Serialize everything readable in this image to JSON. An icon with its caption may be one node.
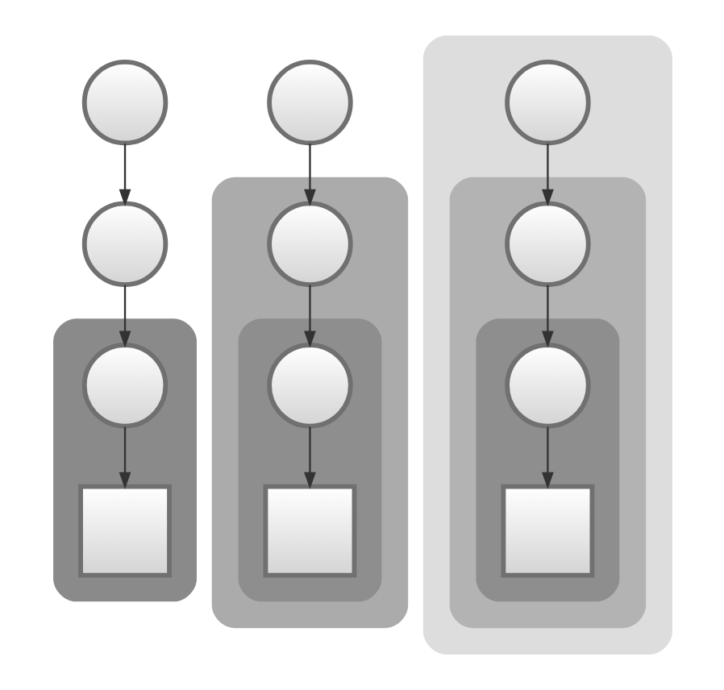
{
  "diagram": {
    "nodes": [
      {
        "text": [],
        "shape": "circle"
      },
      {
        "text": [],
        "shape": "circle"
      },
      {
        "text": [],
        "shape": "ellipse"
      },
      {
        "text": [],
        "shape": "circle",
        "in": 2
      },
      {
        "text": [],
        "shape": "box",
        "in": 2
      },
      {
        "text": [],
        "shape": "circle"
      },
      {
        "text": [],
        "shape": "ellipse"
      },
      {
        "text": [],
        "shape": "circle",
        "in": 6
      },
      {
        "text": [],
        "shape": "ellipse",
        "in": 6
      },
      {
        "text": [],
        "shape": "circle",
        "in": 8
      },
      {
        "text": [],
        "shape": "box",
        "in": 8
      },
      {
        "text": [],
        "shape": "ellipse"
      },
      {
        "text": [],
        "shape": "circle",
        "in": 11
      },
      {
        "text": [],
        "shape": "ellipse",
        "in": 11
      },
      {
        "text": [],
        "shape": "circle",
        "in": 13
      },
      {
        "text": [],
        "shape": "ellipse",
        "in": 13
      },
      {
        "text": [],
        "shape": "circle",
        "in": 15
      },
      {
        "text": [],
        "shape": "box",
        "in": 15
      }
    ],
    "edges": [
      {
        "from": 0,
        "to": 1,
        "arrow": "to"
      },
      {
        "from": 1,
        "to": 3,
        "arrow": "to"
      },
      {
        "from": 3,
        "to": 4,
        "arrow": "to"
      },
      {
        "from": 5,
        "to": 7,
        "arrow": "to"
      },
      {
        "from": 7,
        "to": 9,
        "arrow": "to"
      },
      {
        "from": 9,
        "to": 10,
        "arrow": "to"
      },
      {
        "from": 12,
        "to": 14,
        "arrow": "to"
      },
      {
        "from": 14,
        "to": 16,
        "arrow": "to"
      },
      {
        "from": 16,
        "to": 17,
        "arrow": "to"
      }
    ]
  }
}
